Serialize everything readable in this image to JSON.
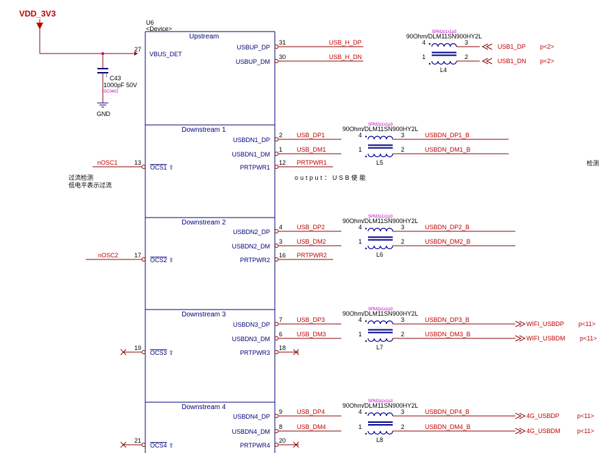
{
  "power": {
    "net": "VDD_3V3",
    "gnd": "GND"
  },
  "device": {
    "ref": "U6",
    "type": "<Device>",
    "sections": [
      "Upstream",
      "Downstream  1",
      "Downstream  2",
      "Downstream  3",
      "Downstream  4"
    ],
    "vbus_pin": "VBUS_DET",
    "vbus_num": "27"
  },
  "cap": {
    "ref": "C43",
    "value": "1000pF 50V",
    "pkg": "SC0402"
  },
  "left_pins": [
    {
      "net": "nOSC1",
      "num": "13",
      "pin": "OCS1"
    },
    {
      "net": "nOSC2",
      "num": "17",
      "pin": "OCS2"
    },
    {
      "net": "",
      "num": "19",
      "pin": "OCS3"
    },
    {
      "net": "",
      "num": "21",
      "pin": "OCS4"
    }
  ],
  "right_pins": [
    {
      "pin": "USBUP_DP",
      "num": "31",
      "net": "USB_H_DP"
    },
    {
      "pin": "USBUP_DM",
      "num": "30",
      "net": "USB_H_DN"
    },
    {
      "pin": "USBDN1_DP",
      "num": "2",
      "net": "USB_DP1"
    },
    {
      "pin": "USBDN1_DM",
      "num": "1",
      "net": "USB_DM1"
    },
    {
      "pin": "PRTPWR1",
      "num": "12",
      "net": "PRTPWR1"
    },
    {
      "pin": "USBDN2_DP",
      "num": "4",
      "net": "USB_DP2"
    },
    {
      "pin": "USBDN2_DM",
      "num": "3",
      "net": "USB_DM2"
    },
    {
      "pin": "PRTPWR2",
      "num": "16",
      "net": "PRTPWR2"
    },
    {
      "pin": "USBDN3_DP",
      "num": "7",
      "net": "USB_DP3"
    },
    {
      "pin": "USBDN3_DM",
      "num": "6",
      "net": "USB_DM3"
    },
    {
      "pin": "PRTPWR3",
      "num": "18",
      "net": ""
    },
    {
      "pin": "USBDN4_DP",
      "num": "9",
      "net": "USB_DP4"
    },
    {
      "pin": "USBDN4_DM",
      "num": "8",
      "net": "USB_DM4"
    },
    {
      "pin": "PRTPWR4",
      "num": "20",
      "net": ""
    }
  ],
  "chokes": [
    {
      "ref": "L4",
      "part": "90Ohm/DLM11SN900HY2L",
      "pkg": "SPM2p1x1p3",
      "p_top_in": "4",
      "p_top_out": "3",
      "p_bot_in": "1",
      "p_bot_out": "2",
      "out_top": "USB1_DP",
      "out_bot": "USB1_DN",
      "page_top": "p<2>",
      "page_bot": "p<2>"
    },
    {
      "ref": "L5",
      "part": "90Ohm/DLM11SN900HY2L",
      "pkg": "SPM2p1x1p3",
      "p_top_in": "4",
      "p_top_out": "3",
      "p_bot_in": "1",
      "p_bot_out": "2",
      "out_top": "USBDN_DP1_B",
      "out_bot": "USBDN_DM1_B",
      "page_top": "",
      "page_bot": ""
    },
    {
      "ref": "L6",
      "part": "90Ohm/DLM11SN900HY2L",
      "pkg": "SPM2p1x1p3",
      "p_top_in": "4",
      "p_top_out": "3",
      "p_bot_in": "1",
      "p_bot_out": "2",
      "out_top": "USBDN_DP2_B",
      "out_bot": "USBDN_DM2_B",
      "page_top": "",
      "page_bot": ""
    },
    {
      "ref": "L7",
      "part": "90Ohm/DLM11SN900HY2L",
      "pkg": "SPM2p1x1p3",
      "p_top_in": "4",
      "p_top_out": "3",
      "p_bot_in": "1",
      "p_bot_out": "2",
      "out_top": "USBDN_DP3_B",
      "out_bot": "USBDN_DM3_B",
      "page_top": "",
      "page_bot": ""
    },
    {
      "ref": "L8",
      "part": "90Ohm/DLM11SN900HY2L",
      "pkg": "SPM2p1x1p3",
      "p_top_in": "4",
      "p_top_out": "3",
      "p_bot_in": "1",
      "p_bot_out": "2",
      "out_top": "USBDN_DP4_B",
      "out_bot": "USBDN_DM4_B",
      "page_top": "",
      "page_bot": ""
    }
  ],
  "offpage": [
    {
      "net": "WIFI_USBDP",
      "page": "p<11>"
    },
    {
      "net": "WIFI_USBDM",
      "page": "p<11>"
    },
    {
      "net": "4G_USBDP",
      "page": "p<11>"
    },
    {
      "net": "4G_USBDM",
      "page": "p<11>"
    }
  ],
  "notes": {
    "oc_line1": "过流检测",
    "oc_line2": "低电平表示过流",
    "output": "output：USB使能",
    "edge": "检测"
  }
}
